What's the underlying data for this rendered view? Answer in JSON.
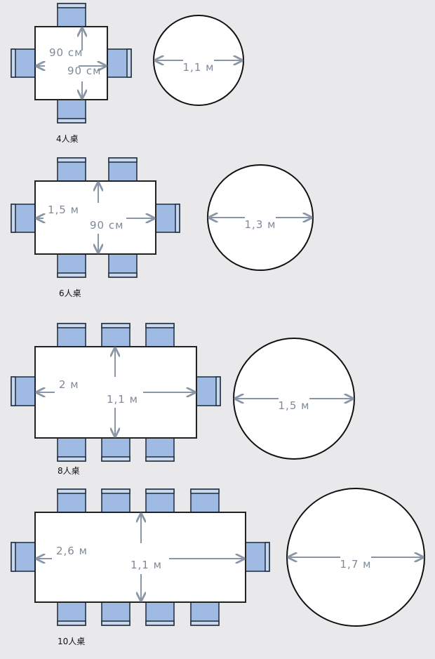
{
  "colors": {
    "background": "#e9e9eb",
    "chair": "#9fbbe3",
    "table": "#ffffff",
    "dimension_text": "#7f8a98"
  },
  "tables": [
    {
      "caption": "4人桌",
      "seats": 4,
      "length_label": "90 см",
      "width_label": "90 см",
      "round_diameter_label": "1,1 м"
    },
    {
      "caption": "6人桌",
      "seats": 6,
      "length_label": "1,5 м",
      "width_label": "90 см",
      "round_diameter_label": "1,3 м"
    },
    {
      "caption": "8人桌",
      "seats": 8,
      "length_label": "2 м",
      "width_label": "1,1 м",
      "round_diameter_label": "1,5 м"
    },
    {
      "caption": "10人桌",
      "seats": 10,
      "length_label": "2,6 м",
      "width_label": "1,1 м",
      "round_diameter_label": "1,7 м"
    }
  ]
}
